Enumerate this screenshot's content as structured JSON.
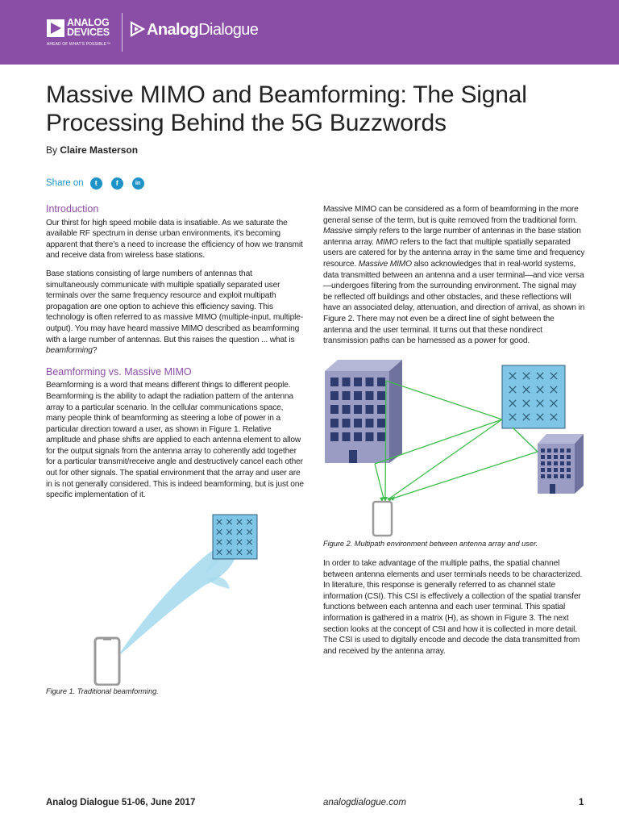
{
  "header": {
    "brand_line1": "ANALOG",
    "brand_line2": "DEVICES",
    "brand_tagline": "AHEAD OF WHAT'S POSSIBLE™",
    "publication_bold": "Analog",
    "publication_light": "Dialogue",
    "color": "#8b4ea6"
  },
  "article": {
    "title": "Massive MIMO and Beamforming: The Signal Processing Behind the 5G Buzzwords",
    "byline_prefix": "By",
    "author": "Claire Masterson"
  },
  "share": {
    "label": "Share on",
    "icons": [
      "twitter-icon",
      "facebook-icon",
      "linkedin-icon"
    ],
    "twitter_glyph": "t",
    "facebook_glyph": "f",
    "linkedin_glyph": "in"
  },
  "sections": {
    "intro_heading": "Introduction",
    "intro_p1": "Our thirst for high speed mobile data is insatiable. As we saturate the available RF spectrum in dense urban environments, it’s becoming apparent that there’s a need to increase the efficiency of how we transmit and receive data from wireless base stations.",
    "intro_p2_a": "Base stations consisting of large numbers of antennas that simultaneously communicate with multiple spatially separated user terminals over the same frequency resource and exploit multipath propagation are one option to achieve this efficiency saving. This technology is often referred to as massive MIMO (multiple-input, multiple-output). You may have heard massive MIMO described as beamforming with a large number of antennas. But this raises the question ... what is ",
    "intro_p2_em": "beamforming",
    "intro_p2_b": "?",
    "beam_heading": "Beamforming vs. Massive MIMO",
    "beam_p1": "Beamforming is a word that means different things to different people. Beamforming is the ability to adapt the radiation pattern of the antenna array to a particular scenario. In the cellular communications space, many people think of beamforming as steering a lobe of power in a particular direction toward a user, as shown in Figure 1. Relative amplitude and phase shifts are applied to each antenna element to allow for the output signals from the antenna array to coherently add together for a particular transmit/receive angle and destructively cancel each other out for other signals. The spatial environment that the array and user are in is not generally considered. This is indeed beamforming, but is just one specific implementation of it.",
    "mimo_p1_a": "Massive MIMO can be considered as a form of beamforming in the more general sense of the term, but is quite removed from the traditional form. ",
    "mimo_p1_em1": "Massive",
    "mimo_p1_b": " simply refers to the large number of antennas in the base station antenna array. ",
    "mimo_p1_em2": "MIMO",
    "mimo_p1_c": " refers to the fact that multiple spatially separated users are catered for by the antenna array in the same time and frequency resource. ",
    "mimo_p1_em3": "Massive MIMO",
    "mimo_p1_d": " also acknowledges that in real-world systems, data transmitted between an antenna and a user terminal—and vice versa—undergoes filtering from the surrounding environment. The signal may be reflected off buildings and other obstacles, and these reflections will have an associated delay, attenuation, and direction of arrival, as shown in Figure 2. There may not even be a direct line of sight between the antenna and the user terminal. It turns out that these nondirect transmission paths can be harnessed as a power for good.",
    "csi_p1": "In order to take advantage of the multiple paths, the spatial channel between antenna elements and user terminals needs to be characterized. In literature, this response is generally referred to as channel state information (CSI). This CSI is effectively a collection of the spatial transfer functions between each antenna and each user terminal. This spatial information is gathered in a matrix (H), as shown in Figure 3. The next section looks at the concept of CSI and how it is collected in more detail. The CSI is used to digitally encode and decode the data transmitted from and received by the antenna array."
  },
  "figures": {
    "fig1_caption": "Figure 1. Traditional beamforming.",
    "fig2_caption": "Figure 2. Multipath environment between antenna array and user.",
    "antenna_color": "#7fc6e6",
    "building_color": "#9a9cc4",
    "path_color": "#3dbb4a",
    "beam_color": "#a8dcee"
  },
  "footer": {
    "issue": "Analog Dialogue 51-06, June 2017",
    "site": "analogdialogue.com",
    "page": "1"
  }
}
